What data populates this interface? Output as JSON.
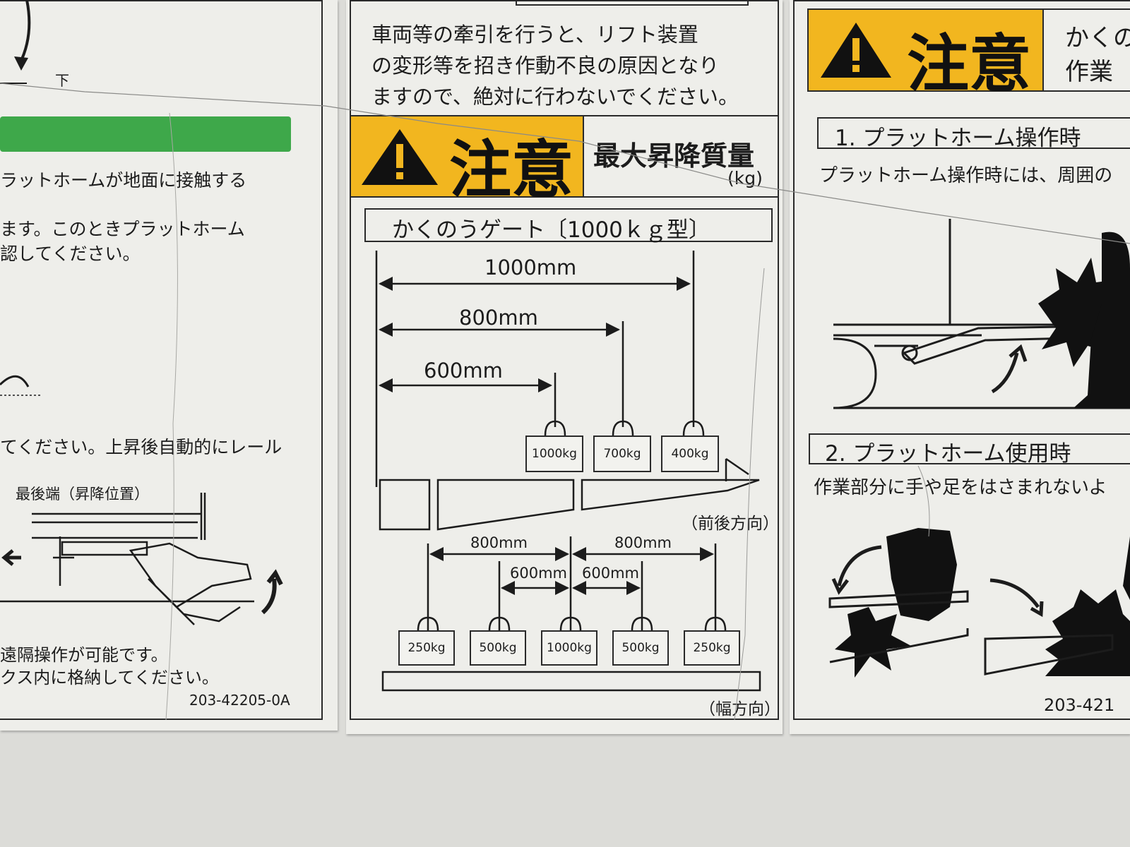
{
  "left_panel": {
    "arrow_label": "下",
    "line1": "ラットホームが地面に接触する",
    "line2": "ます。このときプラットホーム",
    "line3": "認してください。",
    "line4": "てください。上昇後自動的にレール",
    "position_label": "最後端（昇降位置）",
    "line5": "遠隔操作が可能です。",
    "line6": "クス内に格納してください。",
    "part_number": "203-42205-0A",
    "green_bar_color": "#3ea84a"
  },
  "center_panel": {
    "warning_text": [
      "車両等の牽引を行うと、リフト装置",
      "の変形等を招き作動不良の原因となり",
      "ますので、絶対に行わないでください。"
    ],
    "caution_word": "注意",
    "caution_color": "#f2b61f",
    "title": "最大昇降質量",
    "unit": "(kg)",
    "subtitle": "かくのうゲート〔1000ｋｇ型〕",
    "front_back": {
      "dims": [
        "1000mm",
        "800mm",
        "600mm"
      ],
      "weights": [
        "1000kg",
        "700kg",
        "400kg"
      ],
      "direction_label": "（前後方向）"
    },
    "width_dir": {
      "dims_outer": [
        "800mm",
        "800mm"
      ],
      "dims_inner": [
        "600mm",
        "600mm"
      ],
      "weights": [
        "250kg",
        "500kg",
        "1000kg",
        "500kg",
        "250kg"
      ],
      "direction_label": "（幅方向）"
    }
  },
  "right_panel": {
    "caution_word": "注意",
    "header_line1": "かくの",
    "header_line2": "作業",
    "section1": "1. プラットホーム操作時",
    "section1_text": "プラットホーム操作時には、周囲の",
    "section2": "2. プラットホーム使用時",
    "section2_text": "作業部分に手や足をはさまれないよ",
    "part_number": "203-421"
  }
}
